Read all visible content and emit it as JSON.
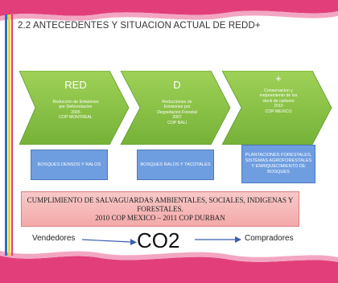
{
  "slide": {
    "title": "2.2 ANTECEDENTES Y SITUACION ACTUAL DE REDD+"
  },
  "chevrons": [
    {
      "big": "RED",
      "small": [
        "Reduccion de Emisiones",
        "por Deforestacion",
        "2005",
        "COP MONTREAL"
      ]
    },
    {
      "big": "D",
      "small": [
        "Reducciones de",
        "Emisiones por",
        "Degradacion Forestal",
        "2007",
        "COP BALI"
      ]
    },
    {
      "big": "+",
      "small": [
        "Conservacion y",
        "mejoramiento de los",
        "stock de carbono",
        "2010",
        "COP MEXICO"
      ]
    }
  ],
  "boxes": [
    {
      "text": "BOSQUES DENSOS Y RALOS"
    },
    {
      "text": "BOSQUES RALOS Y TACOTALES"
    },
    {
      "text": "PLANTACIONES FORESTALES, SISTEMAS AGROFORESTALES Y ENRIQUECIMIENTO DE BOSQUES"
    }
  ],
  "safeguards": {
    "line1": "CUMPLIMIENTO DE SALVAGUARDAS AMBIENTALES, SOCIALES, INDIGENAS Y",
    "line2": "FORESTALES.",
    "line3": "2010 COP MEXICO – 2011 COP DURBAN"
  },
  "flow": {
    "sellers": "Vendedores",
    "center": "CO2",
    "buyers": "Compradores"
  },
  "colors": {
    "chevron": "#8ec548",
    "chevron_dark": "#6aa52e",
    "box_blue": "#6f9ee0",
    "box_pink": "#f4a9a9",
    "frame_pink": "#e0407a",
    "frame_blue": "#2b6fd0",
    "frame_yellow": "#f2d030"
  }
}
